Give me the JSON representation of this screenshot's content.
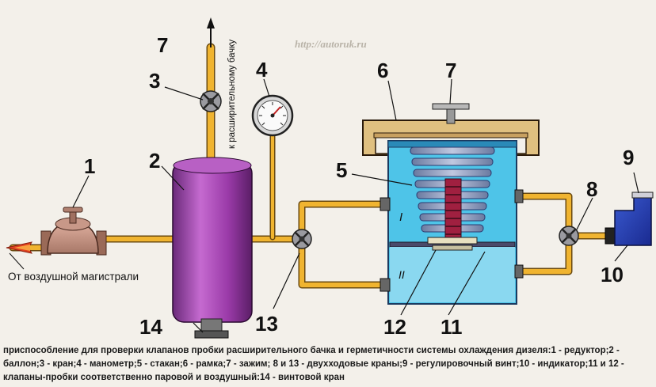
{
  "watermark": "http://autoruk.ru",
  "labels": {
    "to_tank": "к расширительному бачку",
    "from_air": "От воздушной магистрали",
    "chamber_upper": "I",
    "chamber_lower": "II"
  },
  "numbers": {
    "n1": "1",
    "n2": "2",
    "n3": "3",
    "n4": "4",
    "n5": "5",
    "n6": "6",
    "n7a": "7",
    "n7b": "7",
    "n8": "8",
    "n9": "9",
    "n10": "10",
    "n11": "11",
    "n12": "12",
    "n13": "13",
    "n14": "14"
  },
  "caption": "приспособление для проверки клапанов пробки расширительного бачка и герметичности системы охлаждения дизеля:1 - редуктор;2 - баллон;3 - кран;4 - манометр;5 - стакан;6 - рамка;7 - зажим; 8 и 13 - двухходовые краны;9 - регулировочный винт;10 - индикатор;11 и 12 - клапаны-пробки соответственно паровой и воздушный:14 - винтовой кран"
}
